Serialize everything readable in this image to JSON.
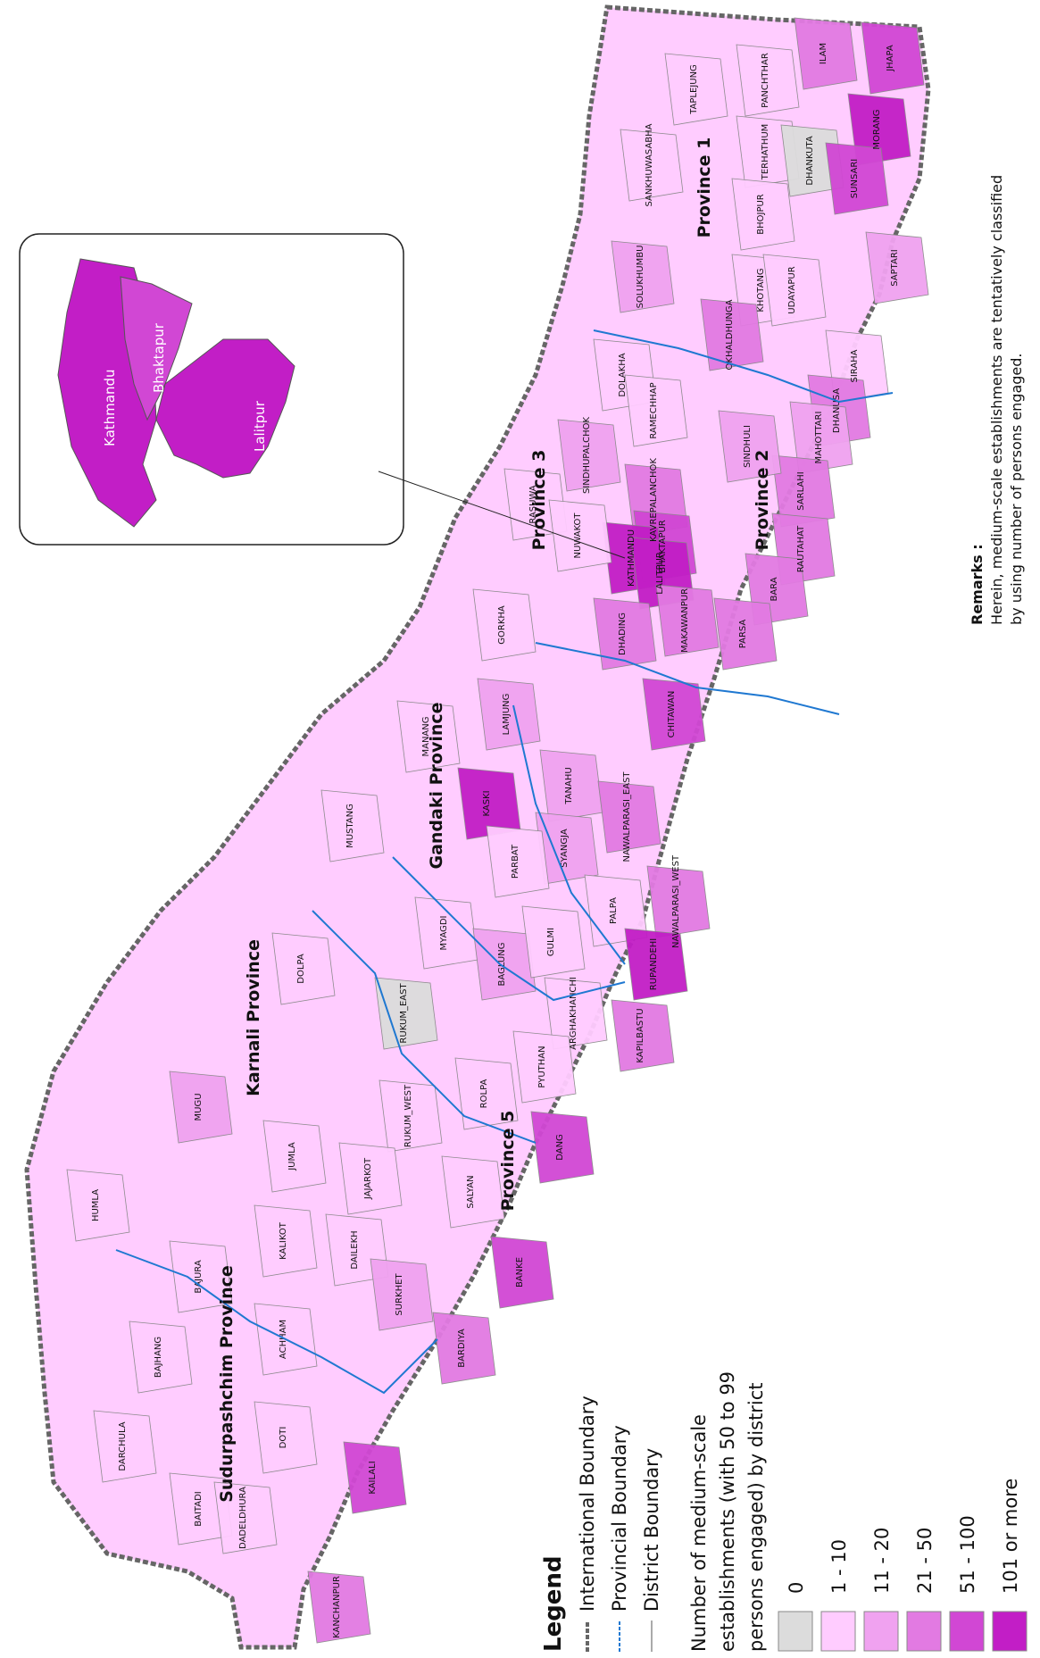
{
  "legend": {
    "title": "Legend",
    "boundaries": [
      "International Boundary",
      "Provincial Boundary",
      "District Boundary"
    ],
    "measure_lines": [
      "Number of medium-scale",
      "establishments (with 50 to 99",
      "persons engaged) by district"
    ],
    "classes": [
      {
        "label": "0",
        "color": "#dcdcdc"
      },
      {
        "label": "1  -  10",
        "color": "#ffccff"
      },
      {
        "label": "11  -  20",
        "color": "#f0a2f0"
      },
      {
        "label": "21  -  50",
        "color": "#e27ae2"
      },
      {
        "label": "51  -  100",
        "color": "#d147d4"
      },
      {
        "label": "101 or more",
        "color": "#c21ec6"
      }
    ]
  },
  "remarks": {
    "title": "Remarks :",
    "lines": [
      "Herein, medium-scale establishments are tentatively classified",
      "by using number of persons engaged."
    ]
  },
  "provinces": [
    "Province 1",
    "Province 2",
    "Province 3",
    "Gandaki Province",
    "Province 5",
    "Karnali Province",
    "Sudurpashchim Province"
  ],
  "inset": {
    "labels": [
      "Kathmandu",
      "Bhaktapur",
      "Lalitpur"
    ]
  },
  "districts": [
    {
      "name": "TAPLEJUNG",
      "cls": 1
    },
    {
      "name": "PANCHTHAR",
      "cls": 1
    },
    {
      "name": "ILAM",
      "cls": 3
    },
    {
      "name": "JHAPA",
      "cls": 4
    },
    {
      "name": "TERHATHUM",
      "cls": 1
    },
    {
      "name": "DHANKUTA",
      "cls": 0
    },
    {
      "name": "MORANG",
      "cls": 5
    },
    {
      "name": "SUNSARI",
      "cls": 4
    },
    {
      "name": "SANKHUWASABHA",
      "cls": 1
    },
    {
      "name": "BHOJPUR",
      "cls": 1
    },
    {
      "name": "KHOTANG",
      "cls": 1
    },
    {
      "name": "SOLUKHUMBU",
      "cls": 2
    },
    {
      "name": "OKHALDHUNGA",
      "cls": 3
    },
    {
      "name": "UDAYAPUR",
      "cls": 1
    },
    {
      "name": "SAPTARI",
      "cls": 2
    },
    {
      "name": "SIRAHA",
      "cls": 1
    },
    {
      "name": "DHANUSA",
      "cls": 3
    },
    {
      "name": "MAHOTTARI",
      "cls": 2
    },
    {
      "name": "SARLAHI",
      "cls": 3
    },
    {
      "name": "RAUTAHAT",
      "cls": 3
    },
    {
      "name": "BARA",
      "cls": 3
    },
    {
      "name": "PARSA",
      "cls": 3
    },
    {
      "name": "SINDHULI",
      "cls": 2
    },
    {
      "name": "DOLAKHA",
      "cls": 1
    },
    {
      "name": "RAMECHHAP",
      "cls": 1
    },
    {
      "name": "SINDHUPALCHOK",
      "cls": 2
    },
    {
      "name": "KAVREPALANCHOK",
      "cls": 3
    },
    {
      "name": "BHAKTAPUR",
      "cls": 4
    },
    {
      "name": "KATHMANDU",
      "cls": 5
    },
    {
      "name": "LALITPUR",
      "cls": 5
    },
    {
      "name": "RASUWA",
      "cls": 1
    },
    {
      "name": "NUWAKOT",
      "cls": 1
    },
    {
      "name": "DHADING",
      "cls": 3
    },
    {
      "name": "MAKAWANPUR",
      "cls": 3
    },
    {
      "name": "CHITAWAN",
      "cls": 4
    },
    {
      "name": "GORKHA",
      "cls": 1
    },
    {
      "name": "LAMJUNG",
      "cls": 2
    },
    {
      "name": "MANANG",
      "cls": 1
    },
    {
      "name": "KASKI",
      "cls": 5
    },
    {
      "name": "TANAHU",
      "cls": 2
    },
    {
      "name": "NAWALPARASI_EAST",
      "cls": 3
    },
    {
      "name": "MUSTANG",
      "cls": 1
    },
    {
      "name": "SYANGJA",
      "cls": 2
    },
    {
      "name": "PARBAT",
      "cls": 1
    },
    {
      "name": "MYAGDI",
      "cls": 1
    },
    {
      "name": "BAGLUNG",
      "cls": 2
    },
    {
      "name": "GULMI",
      "cls": 1
    },
    {
      "name": "PALPA",
      "cls": 1
    },
    {
      "name": "NAWALPARASI_WEST",
      "cls": 3
    },
    {
      "name": "RUPANDEHI",
      "cls": 5
    },
    {
      "name": "KAPILBASTU",
      "cls": 3
    },
    {
      "name": "ARGHAKHANCHI",
      "cls": 1
    },
    {
      "name": "PYUTHAN",
      "cls": 1
    },
    {
      "name": "ROLPA",
      "cls": 1
    },
    {
      "name": "RUKUM_EAST",
      "cls": 0
    },
    {
      "name": "RUKUM_WEST",
      "cls": 1
    },
    {
      "name": "DANG",
      "cls": 4
    },
    {
      "name": "SALYAN",
      "cls": 1
    },
    {
      "name": "BANKE",
      "cls": 4
    },
    {
      "name": "DOLPA",
      "cls": 1
    },
    {
      "name": "MUGU",
      "cls": 2
    },
    {
      "name": "JUMLA",
      "cls": 1
    },
    {
      "name": "JAJARKOT",
      "cls": 1
    },
    {
      "name": "HUMLA",
      "cls": 1
    },
    {
      "name": "KALIKOT",
      "cls": 1
    },
    {
      "name": "DAILEKH",
      "cls": 1
    },
    {
      "name": "SURKHET",
      "cls": 2
    },
    {
      "name": "BARDIYA",
      "cls": 3
    },
    {
      "name": "BAJURA",
      "cls": 1
    },
    {
      "name": "BAJHANG",
      "cls": 1
    },
    {
      "name": "ACHHAM",
      "cls": 1
    },
    {
      "name": "DARCHULA",
      "cls": 1
    },
    {
      "name": "DOTI",
      "cls": 1
    },
    {
      "name": "KAILALI",
      "cls": 4
    },
    {
      "name": "BAITADI",
      "cls": 1
    },
    {
      "name": "DADELDHURA",
      "cls": 1
    },
    {
      "name": "KANCHANPUR",
      "cls": 3
    }
  ]
}
